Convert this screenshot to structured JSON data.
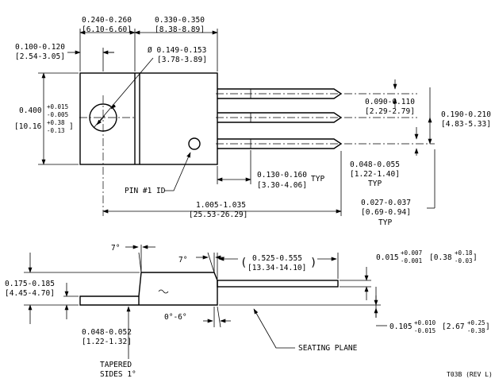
{
  "top_view": {
    "tab_width": "0.240-0.260",
    "tab_width_mm": "[6.10-6.60]",
    "body_length": "0.330-0.350",
    "body_length_mm": "[8.38-8.89]",
    "hole_offset": "0.100-0.120",
    "hole_offset_mm": "[2.54-3.05]",
    "hole_dia": "Ø 0.149-0.153",
    "hole_dia_mm": "[3.78-3.89]",
    "height_nom": "0.400",
    "height_tol_plus": "+0.015",
    "height_tol_minus": "-0.005",
    "height_mm_nom": "[10.16",
    "height_mm_plus": "+0.38",
    "height_mm_minus": "-0.13",
    "height_mm_close": "]",
    "lead_width": "0.090-0.110",
    "lead_width_mm": "[2.29-2.79]",
    "lead_pitch": "0.190-0.210",
    "lead_pitch_mm": "[4.83-5.33]",
    "lead_shoulder": "0.048-0.055",
    "lead_shoulder_mm": "[1.22-1.40]",
    "lead_shoulder_typ": "TYP",
    "lead_stub": "0.130-0.160",
    "lead_stub_mm": "[3.30-4.06]",
    "lead_stub_typ": "TYP",
    "pin_id": "PIN #1 ID",
    "overall_length": "1.005-1.035",
    "overall_length_mm": "[25.53-26.29]",
    "lead_thick": "0.027-0.037",
    "lead_thick_mm": "[0.69-0.94]",
    "lead_thick_typ": "TYP"
  },
  "side_view": {
    "angle_left": "7°",
    "angle_right": "7°",
    "lead_len_open": "(",
    "lead_len": "0.525-0.555",
    "lead_len_mm": "[13.34-14.10]",
    "lead_len_close": ")",
    "lead_t_nom": "0.015",
    "lead_t_plus": "+0.007",
    "lead_t_minus": "-0.001",
    "lead_t_mm_nom": "[0.38",
    "lead_t_mm_plus": "+0.18",
    "lead_t_mm_minus": "-0.03",
    "lead_t_mm_close": "]",
    "body_height": "0.175-0.185",
    "body_height_mm": "[4.45-4.70]",
    "tab_thick": "0.048-0.052",
    "tab_thick_mm": "[1.22-1.32]",
    "draft_angle": "0°-6°",
    "standoff_nom": "0.105",
    "standoff_plus": "+0.010",
    "standoff_minus": "-0.015",
    "standoff_mm_nom": "[2.67",
    "standoff_mm_plus": "+0.25",
    "standoff_mm_minus": "-0.38",
    "standoff_mm_close": "]",
    "seating_plane": "SEATING PLANE",
    "tapered_1": "TAPERED",
    "tapered_2": "SIDES 1°"
  },
  "footer": {
    "drawing_id": "T03B (REV L)"
  }
}
